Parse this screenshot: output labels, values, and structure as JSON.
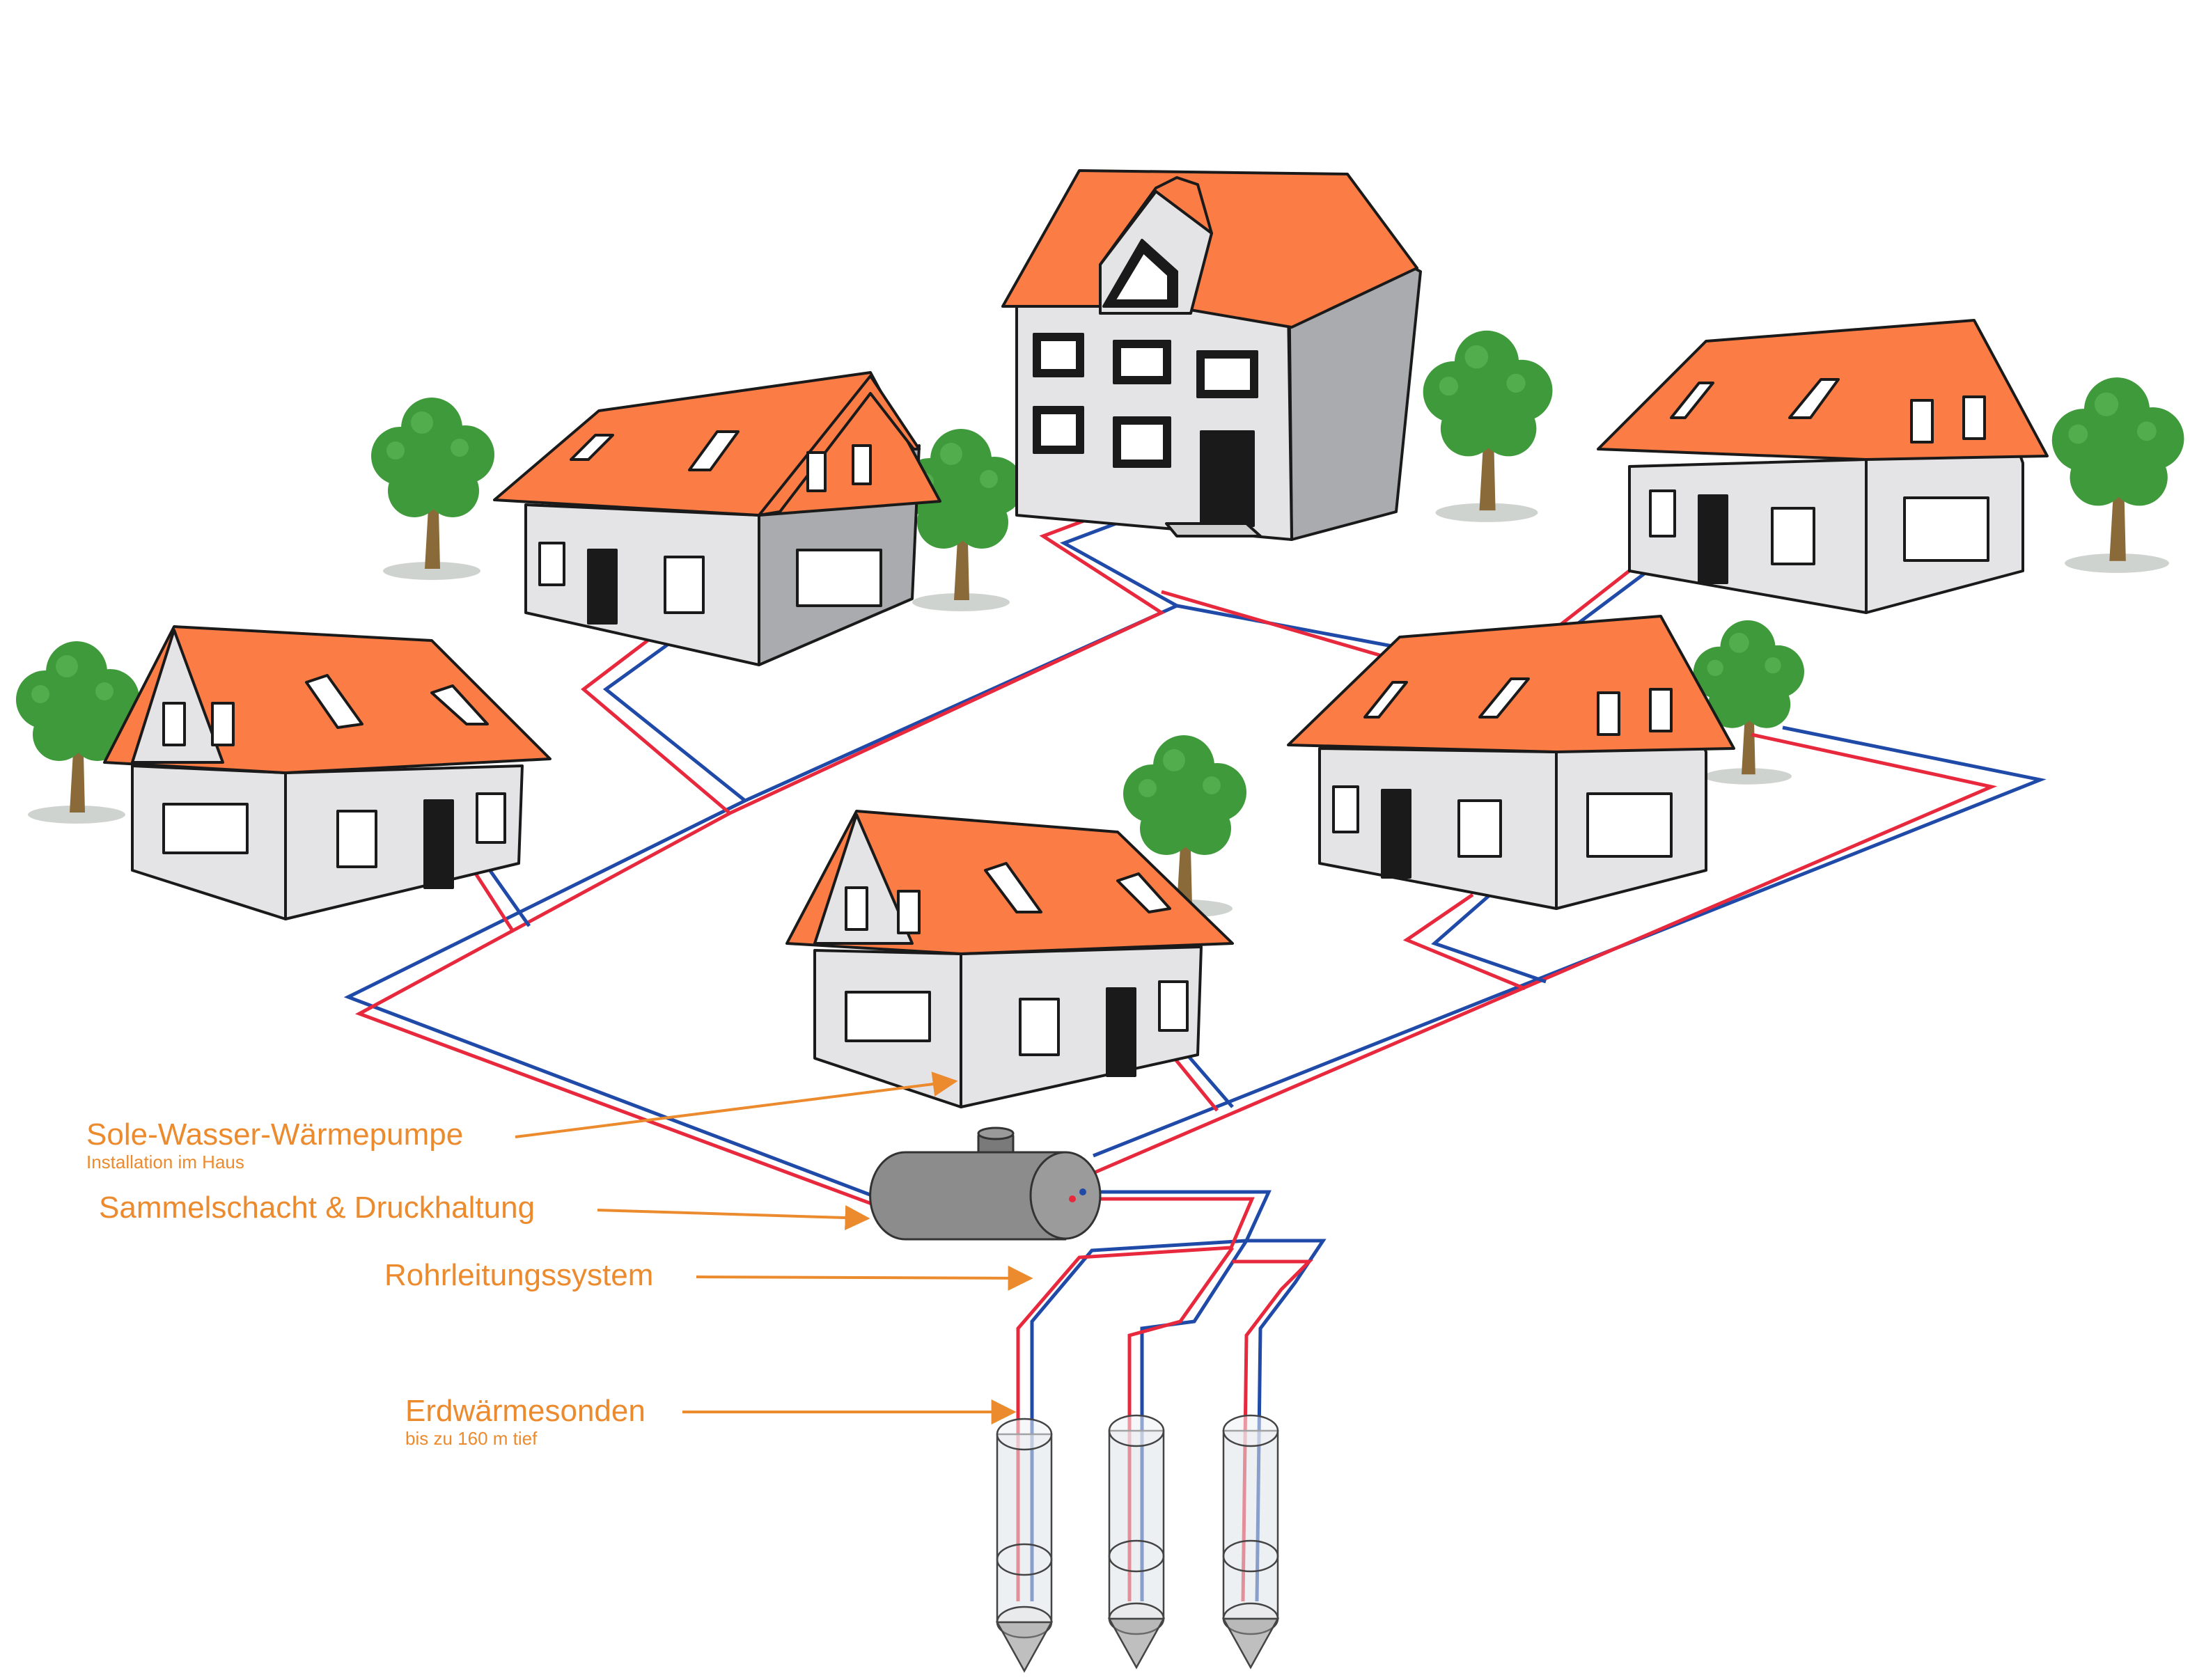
{
  "labels": {
    "heat_pump": {
      "title": "Sole-Wasser-Wärmepumpe",
      "subtitle": "Installation im Haus"
    },
    "manifold": {
      "title": "Sammelschacht & Druckhaltung"
    },
    "piping": {
      "title": "Rohrleitungssystem"
    },
    "probes": {
      "title": "Erdwärmesonden",
      "subtitle": "bis zu 160 m tief"
    }
  },
  "colors": {
    "label": "#ec8a2e",
    "supply_pipe": "#e8283c",
    "return_pipe": "#1f4aa8",
    "roof": "#fb7c45",
    "wall": "#e4e4e6",
    "tree_crown": "#3e9a3a",
    "tree_trunk": "#8b6a3a",
    "tank": "#8c8c8c"
  },
  "icons": [
    "house-icon",
    "tree-icon",
    "tank-icon",
    "probe-icon",
    "arrow-icon"
  ]
}
